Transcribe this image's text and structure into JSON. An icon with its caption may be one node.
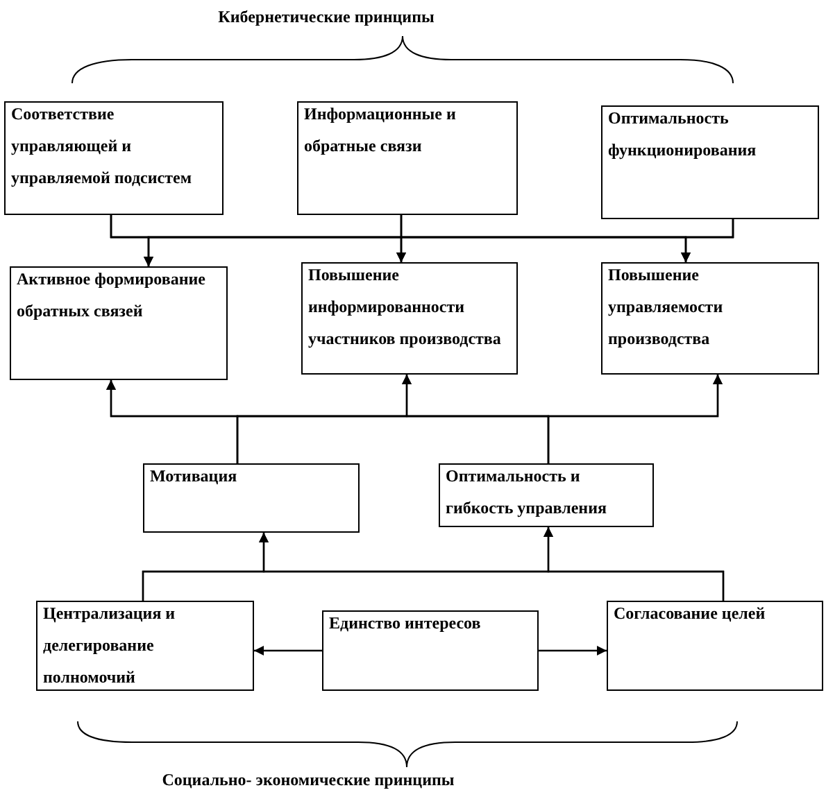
{
  "diagram": {
    "nodes": [
      {
        "text": [
          "Соответствие управляющей и управляемой подсистем"
        ]
      },
      {
        "text": [
          "Информационные и обратные связи"
        ]
      },
      {
        "text": [
          "Оптимальность функционирования"
        ]
      },
      {
        "text": [
          "Активное формирование обратных связей"
        ]
      },
      {
        "text": [
          "Повышение информированности участников производства"
        ]
      },
      {
        "text": [
          "Повышение управляемости производства"
        ]
      },
      {
        "text": [
          "Мотивация"
        ]
      },
      {
        "text": [
          "Оптимальность и гибкость управления"
        ]
      },
      {
        "text": [
          "Централизация и делегирование полномочий"
        ]
      },
      {
        "text": [
          "Единство интересов"
        ]
      },
      {
        "text": [
          "Согласование целей"
        ]
      }
    ],
    "edges": [
      {
        "from": 0,
        "to": 3,
        "arrow": "to"
      },
      {
        "from": 0,
        "to": 4,
        "arrow": "to"
      },
      {
        "from": 0,
        "to": 5,
        "arrow": "to"
      },
      {
        "from": 1,
        "to": 3,
        "arrow": "to"
      },
      {
        "from": 1,
        "to": 4,
        "arrow": "to"
      },
      {
        "from": 1,
        "to": 5,
        "arrow": "to"
      },
      {
        "from": 2,
        "to": 3,
        "arrow": "to"
      },
      {
        "from": 2,
        "to": 4,
        "arrow": "to"
      },
      {
        "from": 2,
        "to": 5,
        "arrow": "to"
      },
      {
        "from": 6,
        "to": 3,
        "arrow": "to"
      },
      {
        "from": 6,
        "to": 4,
        "arrow": "to"
      },
      {
        "from": 6,
        "to": 5,
        "arrow": "to"
      },
      {
        "from": 7,
        "to": 3,
        "arrow": "to"
      },
      {
        "from": 7,
        "to": 4,
        "arrow": "to"
      },
      {
        "from": 7,
        "to": 5,
        "arrow": "to"
      },
      {
        "from": 8,
        "to": 6,
        "arrow": "to"
      },
      {
        "from": 8,
        "to": 7,
        "arrow": "to"
      },
      {
        "from": 10,
        "to": 6,
        "arrow": "to"
      },
      {
        "from": 10,
        "to": 7,
        "arrow": "to"
      },
      {
        "from": 9,
        "to": 8,
        "arrow": "to"
      },
      {
        "from": 9,
        "to": 10,
        "arrow": "to"
      }
    ],
    "labels": [
      "Кибернетические принципы",
      "Социально- экономические принципы"
    ]
  }
}
